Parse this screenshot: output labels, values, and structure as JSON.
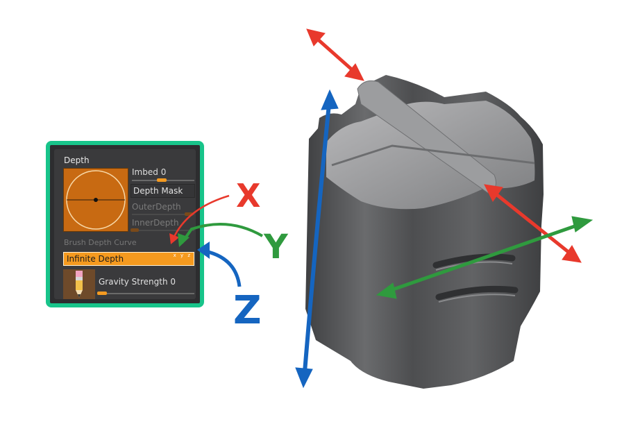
{
  "panel": {
    "title": "Depth",
    "imbed_label": "Imbed",
    "imbed_value": "0",
    "depth_mask_label": "Depth Mask",
    "outer_depth_label": "OuterDepth",
    "inner_depth_label": "InnerDepth",
    "brush_depth_curve_label": "Brush Depth Curve",
    "infinite_depth_label": "Infinite Depth",
    "axis_toggles": "x y z",
    "gravity_label": "Gravity Strength",
    "gravity_value": "0"
  },
  "annotations": {
    "x_label": "X",
    "y_label": "Y",
    "z_label": "Z"
  },
  "colors": {
    "frame": "#18c48a",
    "accent_orange": "#f59a1f",
    "x_red": "#e8392c",
    "y_green": "#2f9a3e",
    "z_blue": "#1565c0",
    "model_gray": "#5d5e60"
  }
}
